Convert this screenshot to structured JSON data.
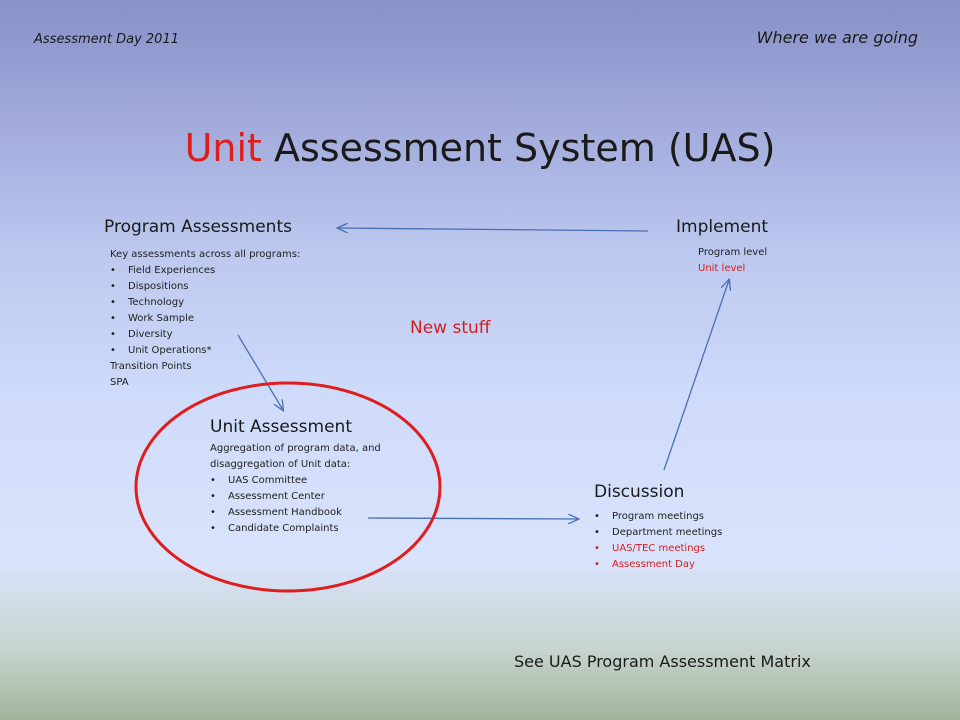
{
  "header": {
    "left_note": "Assessment Day 2011",
    "right_note": "Where we are going"
  },
  "title": {
    "highlight": "Unit",
    "rest": " Assessment System (UAS)"
  },
  "program_assessments": {
    "heading": "Program Assessments",
    "intro": "Key assessments across all programs:",
    "items": [
      "Field Experiences",
      "Dispositions",
      "Technology",
      "Work Sample",
      "Diversity",
      "Unit Operations*"
    ],
    "extra_lines": [
      "Transition Points",
      "SPA"
    ]
  },
  "implement": {
    "heading": "Implement",
    "lines": [
      "Program level",
      "Unit level"
    ]
  },
  "new_stuff": "New stuff",
  "unit_assessment": {
    "heading": "Unit Assessment",
    "intro_lines": [
      "Aggregation of program data, and",
      "disaggregation of Unit data:"
    ],
    "items": [
      "UAS Committee",
      "Assessment Center",
      "Assessment Handbook",
      "Candidate Complaints"
    ]
  },
  "discussion": {
    "heading": "Discussion",
    "items": [
      "Program meetings",
      "Department meetings",
      "UAS/TEC meetings",
      "Assessment Day"
    ]
  },
  "footer_note": "See UAS Program Assessment Matrix",
  "colors": {
    "accent_red": "#e01d1d",
    "arrow_blue": "#4a6fb3"
  }
}
